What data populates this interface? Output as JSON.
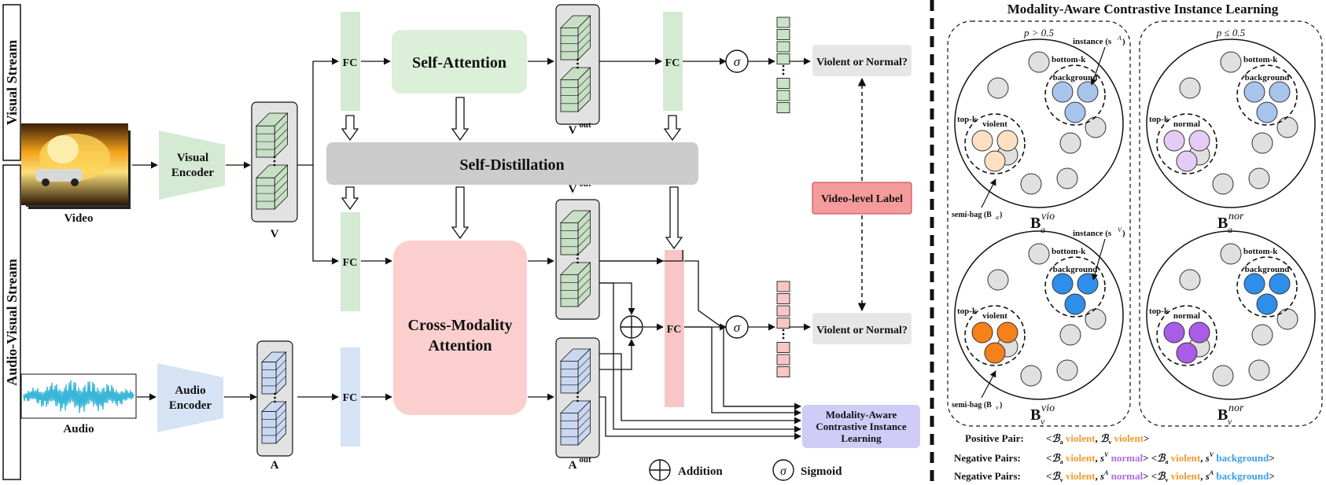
{
  "stream_labels": {
    "visual": "Visual Stream",
    "audio_visual": "Audio-Visual Stream"
  },
  "inputs": {
    "video": "Video",
    "audio": "Audio"
  },
  "encoders": {
    "visual": [
      "Visual",
      "Encoder"
    ],
    "audio": [
      "Audio",
      "Encoder"
    ]
  },
  "features": {
    "v": "V",
    "a": "A",
    "v_out": "V",
    "a_out": "A",
    "out_sup": "out"
  },
  "fc": "FC",
  "modules": {
    "self_attention": "Self-Attention",
    "self_distillation": "Self-Distillation",
    "cross_modality": [
      "Cross-Modality",
      "Attention"
    ],
    "macil": [
      "Modality-Aware",
      "Contrastive Instance",
      "Learning"
    ],
    "video_label": "Video-level Label"
  },
  "outputs": {
    "top": "Violent or Normal?",
    "bottom": "Violent or Normal?"
  },
  "sigma": "σ",
  "legend": {
    "addition": "Addition",
    "sigmoid": "Sigmoid"
  },
  "panel": {
    "title": "Modality-Aware Contrastive Instance Learning",
    "cond_left": "p > 0.5",
    "cond_right": "p ≤ 0.5",
    "instance_a": "instance (s",
    "instance_a_sup": "A",
    "instance_v": "instance (s",
    "instance_v_sup": "V",
    "bottom_k": "bottom-k",
    "top_k": "top-k",
    "background": "background",
    "violent": "violent",
    "normal": "normal",
    "semi_bag_a": "semi-bag (B",
    "semi_bag_a_sub": "a",
    "semi_bag_v": "semi-bag (B",
    "semi_bag_v_sub": "v",
    "bags": {
      "a_vio": {
        "base": "B",
        "sub": "a",
        "sup": "vio"
      },
      "a_nor": {
        "base": "B",
        "sub": "a",
        "sup": "nor"
      },
      "v_vio": {
        "base": "B",
        "sub": "v",
        "sup": "vio"
      },
      "v_nor": {
        "base": "B",
        "sub": "v",
        "sup": "nor"
      }
    },
    "pairs": {
      "positive_label": "Positive Pair:",
      "negative_label": "Negative Pairs:"
    }
  },
  "colors": {
    "green_fc": "#d4ead3",
    "green_box": "#dcefd9",
    "blue_fc": "#d6e3f5",
    "pink_fc": "#f8c6c6",
    "pink_box": "#fccfcf",
    "gray_box": "#cccccc",
    "out_box": "#e6e6e6",
    "label_red": "#f59b9b",
    "macil": "#cfcdf8",
    "violent_orange": "#f39a2e",
    "background_blue": "#3a9ee8",
    "normal_purple": "#b06ae8"
  }
}
